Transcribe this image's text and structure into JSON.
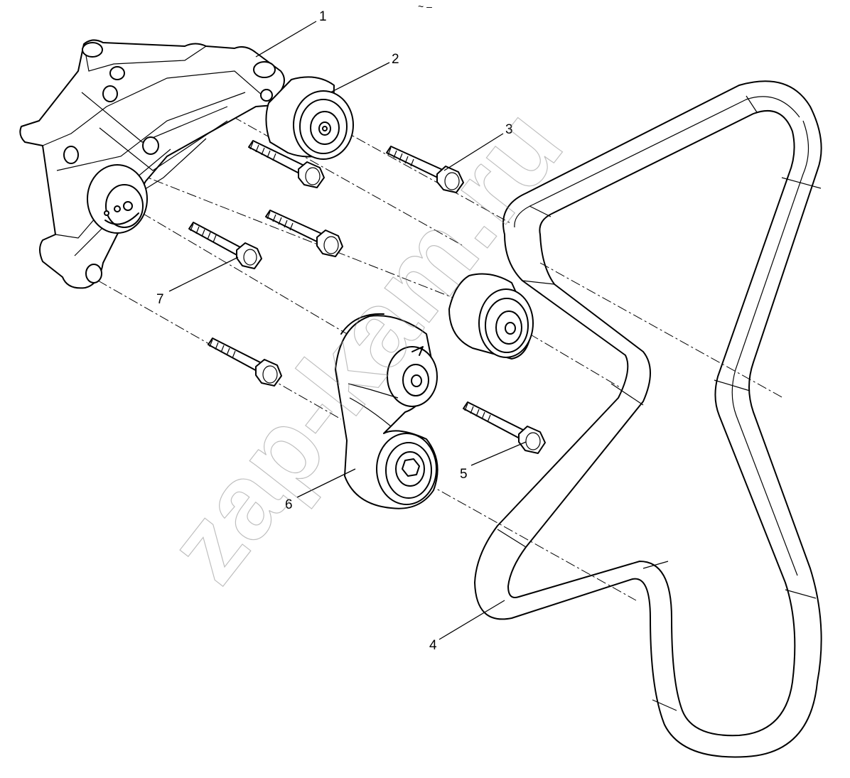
{
  "diagram": {
    "watermark": "zap-kam.ru",
    "top_mark": "~ –",
    "callouts": [
      {
        "id": "1",
        "label": "1",
        "part": "bracket"
      },
      {
        "id": "2",
        "label": "2",
        "part": "idler-pulley-upper"
      },
      {
        "id": "3",
        "label": "3",
        "part": "bolt"
      },
      {
        "id": "4",
        "label": "4",
        "part": "drive-belt"
      },
      {
        "id": "5",
        "label": "5",
        "part": "bolt"
      },
      {
        "id": "6",
        "label": "6",
        "part": "belt-tensioner"
      },
      {
        "id": "7",
        "label": "7",
        "part": "bolt"
      }
    ]
  },
  "colors": {
    "line": "#000000",
    "background": "#ffffff",
    "watermark": "#8a8a8a"
  }
}
